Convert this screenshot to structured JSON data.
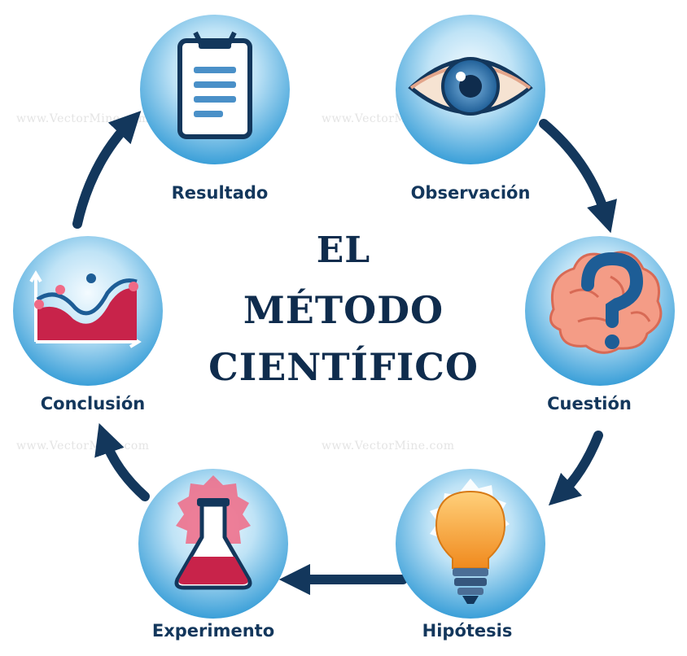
{
  "title": {
    "line1": "EL",
    "line2": "MÉTODO",
    "line3": "CIENTÍFICO"
  },
  "steps": [
    {
      "label": "Observación",
      "icon": "eye-icon"
    },
    {
      "label": "Cuestión",
      "icon": "brain-question-icon"
    },
    {
      "label": "Hipótesis",
      "icon": "lightbulb-icon"
    },
    {
      "label": "Experimento",
      "icon": "flask-icon"
    },
    {
      "label": "Conclusión",
      "icon": "chart-icon"
    },
    {
      "label": "Resultado",
      "icon": "clipboard-icon"
    }
  ],
  "watermark": "www.VectorMine.com",
  "colors": {
    "navy": "#13375c",
    "circle_light": "#dff1fb",
    "circle_dark": "#3a9fd8",
    "accent_red": "#c8234a",
    "accent_pink": "#f06a86",
    "bulb_orange": "#f7a53a"
  }
}
